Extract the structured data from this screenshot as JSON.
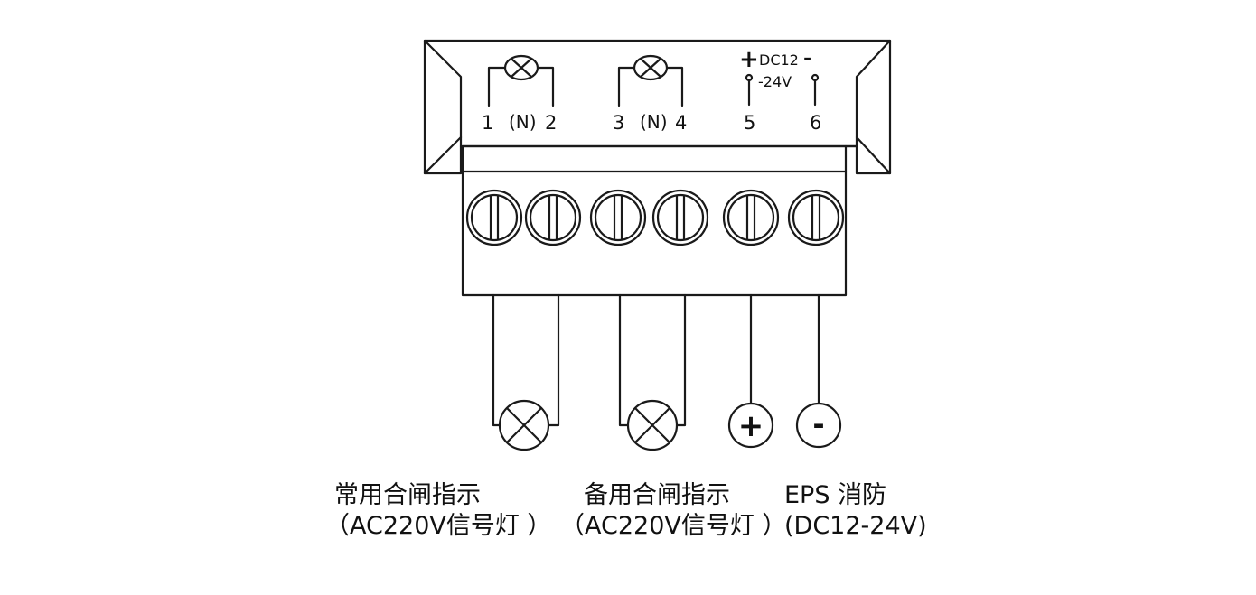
{
  "colors": {
    "line": "#1a1a1a",
    "background": "#ffffff"
  },
  "header": {
    "terminals": [
      {
        "number": "1"
      },
      {
        "number": "2"
      },
      {
        "number": "3"
      },
      {
        "number": "4"
      },
      {
        "number": "5"
      },
      {
        "number": "6"
      }
    ],
    "neutral_marks": [
      "(N)",
      "(N)"
    ],
    "dc_plus_sign": "+",
    "dc_label_top": "DC12",
    "dc_minus_sign": "-",
    "dc_label_bottom": "-24V"
  },
  "icons": [
    "lamp-icon",
    "screw-terminal-icon",
    "plus-terminal-icon",
    "minus-terminal-icon"
  ],
  "terminal_block": {
    "screw_count": 6
  },
  "bottom_symbols": {
    "plus": "+",
    "minus": "-"
  },
  "captions": [
    {
      "line1": "常用合闸指示",
      "line2": "（AC220V信号灯 ）"
    },
    {
      "line1": "备用合闸指示",
      "line2": "（AC220V信号灯 ）"
    },
    {
      "line1": "EPS  消防",
      "line2": "(DC12-24V)"
    }
  ]
}
